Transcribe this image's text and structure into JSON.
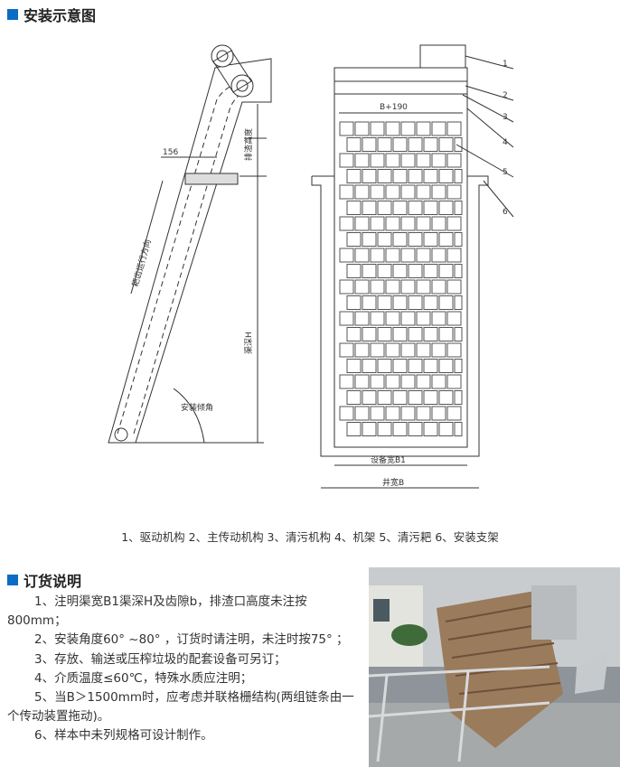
{
  "section1": {
    "title": "安装示意图"
  },
  "side_view": {
    "dim_156": "156",
    "discharge_height": "排渣高度",
    "channel_depth": "渠深H",
    "rake_direction": "耙齿运行方向",
    "install_angle": "安装倾角"
  },
  "front_view": {
    "dim_b190": "B+190",
    "equipment_width": "设备宽B1",
    "well_width": "井宽B",
    "callouts": [
      "1",
      "2",
      "3",
      "4",
      "5",
      "6"
    ]
  },
  "caption": "1、驱动机构 2、主传动机构 3、清污机构 4、机架 5、清污耙 6、安装支架",
  "section2": {
    "title": "订货说明"
  },
  "notes": [
    "1、注明渠宽B1渠深H及齿隙b，排渣口高度未注按800mm；",
    "2、安装角度60° ~80° ，订货时请注明，未注时按75° ；",
    "3、存放、输送或压榨垃圾的配套设备可另订；",
    "4、介质温度≤60℃，特殊水质应注明；",
    "5、当B＞1500mm时，应考虑并联格栅结构(两组链条由一个传动装置拖动)。",
    "6、样本中未列规格可设计制作。"
  ],
  "colors": {
    "accent": "#0a6cc4"
  }
}
